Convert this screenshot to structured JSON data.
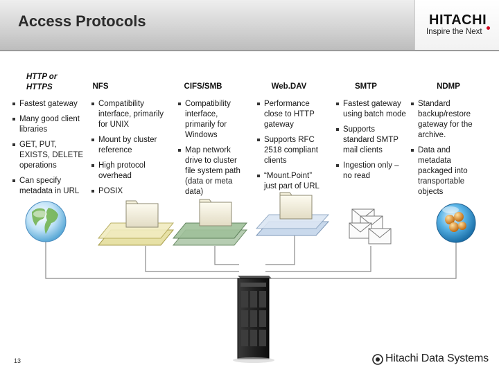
{
  "slide": {
    "title": "Access Protocols",
    "page_number": "13"
  },
  "brand": {
    "logo_name": "HITACHI",
    "logo_tagline": "Inspire the Next",
    "footer_name": "Hitachi Data Systems",
    "accent_color": "#d0021b"
  },
  "columns": [
    {
      "header": "HTTP or HTTPS",
      "bullets": [
        "Fastest gateway",
        "Many good client libraries",
        "GET, PUT, EXISTS, DELETE operations",
        "Can specify metadata in URL"
      ],
      "icon": "globe-icon"
    },
    {
      "header": "NFS",
      "bullets": [
        "Compatibility interface, primarily for UNIX",
        "Mount by cluster reference",
        "High protocol overhead",
        "POSIX"
      ],
      "icon": "folder-layer-icon"
    },
    {
      "header": "CIFS/SMB",
      "bullets": [
        "Compatibility interface, primarily for Windows",
        "Map network drive to cluster file system path (data or meta data)"
      ],
      "icon": "folder-layer-icon"
    },
    {
      "header": "Web.DAV",
      "bullets": [
        "Performance close to HTTP gateway",
        "Supports RFC 2518 compliant clients",
        "“Mount.Point” just part of URL"
      ],
      "icon": "folder-layer-icon"
    },
    {
      "header": "SMTP",
      "bullets": [
        "Fastest gateway using batch mode",
        "Supports standard SMTP mail clients",
        "Ingestion only – no read"
      ],
      "icon": "envelopes-icon"
    },
    {
      "header": "NDMP",
      "bullets": [
        "Standard backup/restore gateway for the archive.",
        "Data and metadata packaged into transportable objects"
      ],
      "icon": "orb-icon"
    }
  ]
}
